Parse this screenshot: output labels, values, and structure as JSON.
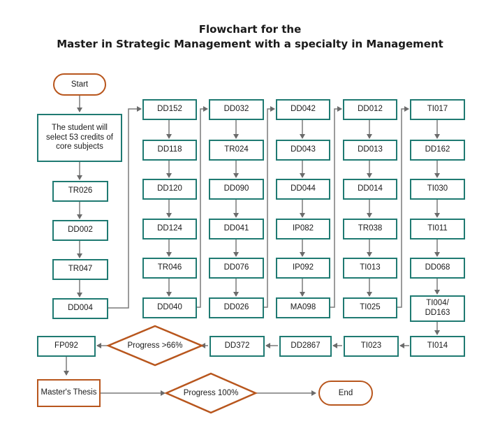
{
  "title_line1": "Flowchart for the",
  "title_line2": "Master in Strategic Management with a specialty in Management",
  "start": "Start",
  "end": "End",
  "intro": "The student will select 53 credits of core subjects",
  "col1": [
    "TR026",
    "DD002",
    "TR047",
    "DD004"
  ],
  "col2": [
    "DD152",
    "DD118",
    "DD120",
    "DD124",
    "TR046",
    "DD040"
  ],
  "col3": [
    "DD032",
    "TR024",
    "DD090",
    "DD041",
    "DD076",
    "DD026"
  ],
  "col4": [
    "DD042",
    "DD043",
    "DD044",
    "IP082",
    "IP092",
    "MA098"
  ],
  "col5": [
    "DD012",
    "DD013",
    "DD014",
    "TR038",
    "TI013",
    "TI025"
  ],
  "col6": [
    "TI017",
    "DD162",
    "TI030",
    "TI011",
    "DD068",
    "TI004/ DD163",
    "TI014"
  ],
  "bottom_row": [
    "TI023",
    "DD2867",
    "DD372"
  ],
  "progress66": "Progress >66%",
  "fp092": "FP092",
  "thesis": "Master's Thesis",
  "progress100": "Progress 100%"
}
